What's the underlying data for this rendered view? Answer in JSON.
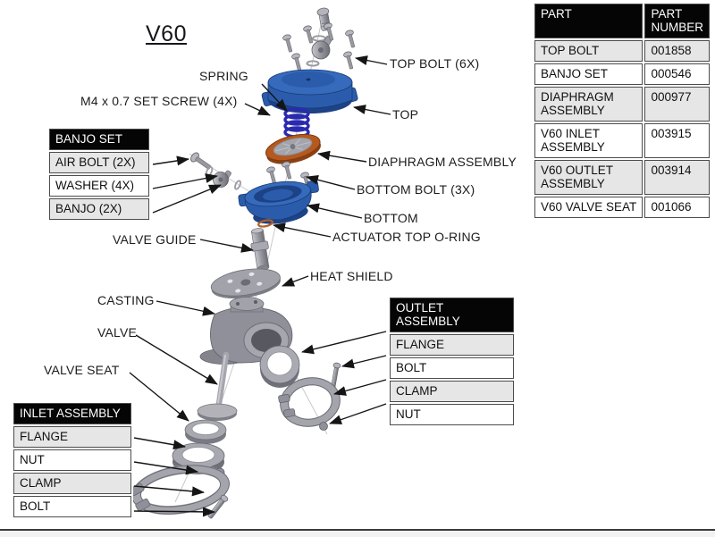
{
  "title": "V60",
  "colors": {
    "part_blue": "#2b5cac",
    "part_blue_dark": "#1d4285",
    "spring_blue": "#2a2ab0",
    "diaphragm_orange": "#b5591f",
    "metal_gray": "#9a9aa2",
    "arrow": "#151515",
    "table_header_bg": "#050505",
    "table_header_text": "#ffffff",
    "table_row_alt": "#e6e6e6"
  },
  "parts_table": {
    "col_headers": [
      "PART",
      "PART NUMBER"
    ],
    "rows": [
      {
        "part": "TOP BOLT",
        "number": "001858"
      },
      {
        "part": "BANJO SET",
        "number": "000546"
      },
      {
        "part": "DIAPHRAGM ASSEMBLY",
        "number": "000977"
      },
      {
        "part": "V60 INLET ASSEMBLY",
        "number": "003915"
      },
      {
        "part": "V60 OUTLET ASSEMBLY",
        "number": "003914"
      },
      {
        "part": "V60 VALVE SEAT",
        "number": "001066"
      }
    ]
  },
  "banjo_set_table": {
    "header": "BANJO SET",
    "rows": [
      "AIR BOLT (2X)",
      "WASHER (4X)",
      "BANJO (2X)"
    ]
  },
  "outlet_assembly_table": {
    "header": "OUTLET ASSEMBLY",
    "rows": [
      "FLANGE",
      "BOLT",
      "CLAMP",
      "NUT"
    ]
  },
  "inlet_assembly_table": {
    "header": "INLET ASSEMBLY",
    "rows": [
      "FLANGE",
      "NUT",
      "CLAMP",
      "BOLT"
    ]
  },
  "callouts": {
    "top_bolt": "TOP BOLT (6X)",
    "spring": "SPRING",
    "set_screw": "M4 x 0.7 SET SCREW (4X)",
    "top": "TOP",
    "diaphragm_assembly": "DIAPHRAGM ASSEMBLY",
    "bottom_bolt": "BOTTOM BOLT (3X)",
    "bottom": "BOTTOM",
    "actuator_top_o_ring": "ACTUATOR TOP O-RING",
    "valve_guide": "VALVE GUIDE",
    "heat_shield": "HEAT SHIELD",
    "casting": "CASTING",
    "valve": "VALVE",
    "valve_seat": "VALVE SEAT"
  }
}
